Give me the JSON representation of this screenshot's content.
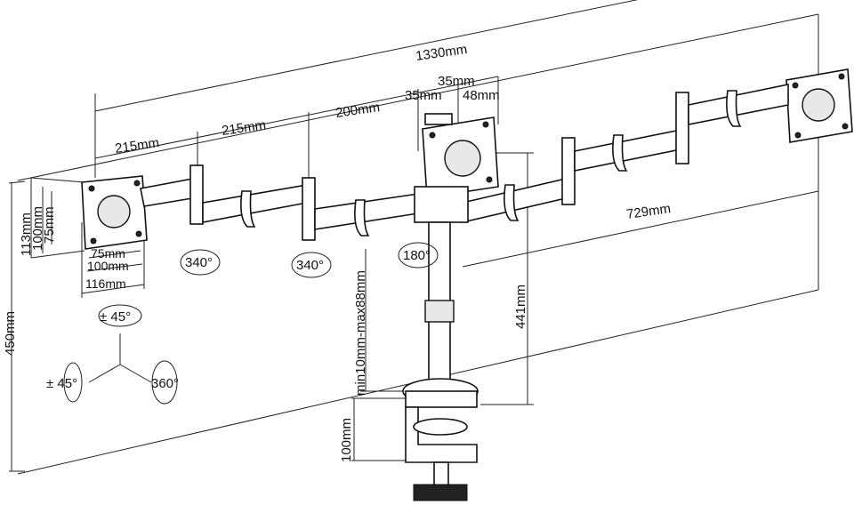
{
  "dimensions": {
    "total_width": "1330mm",
    "arm_seg_1": "215mm",
    "arm_seg_2": "215mm",
    "arm_seg_3": "200mm",
    "center_offset_1": "35mm",
    "center_offset_2": "35mm",
    "center_offset_3": "48mm",
    "right_reach": "729mm",
    "vesa_h_113": "113mm",
    "vesa_h_100": "100mm",
    "vesa_h_75": "75mm",
    "vesa_w_75": "75mm",
    "vesa_w_100": "100mm",
    "vesa_w_116": "116mm",
    "overall_height": "450mm",
    "pole_adjust": "min10mm-max88mm",
    "pole_height": "441mm",
    "clamp_range": "100mm"
  },
  "rotations": {
    "joint_left": "340°",
    "joint_mid": "340°",
    "joint_center": "180°",
    "tilt": "± 45°",
    "swivel": "± 45°",
    "rotate": "360°"
  }
}
